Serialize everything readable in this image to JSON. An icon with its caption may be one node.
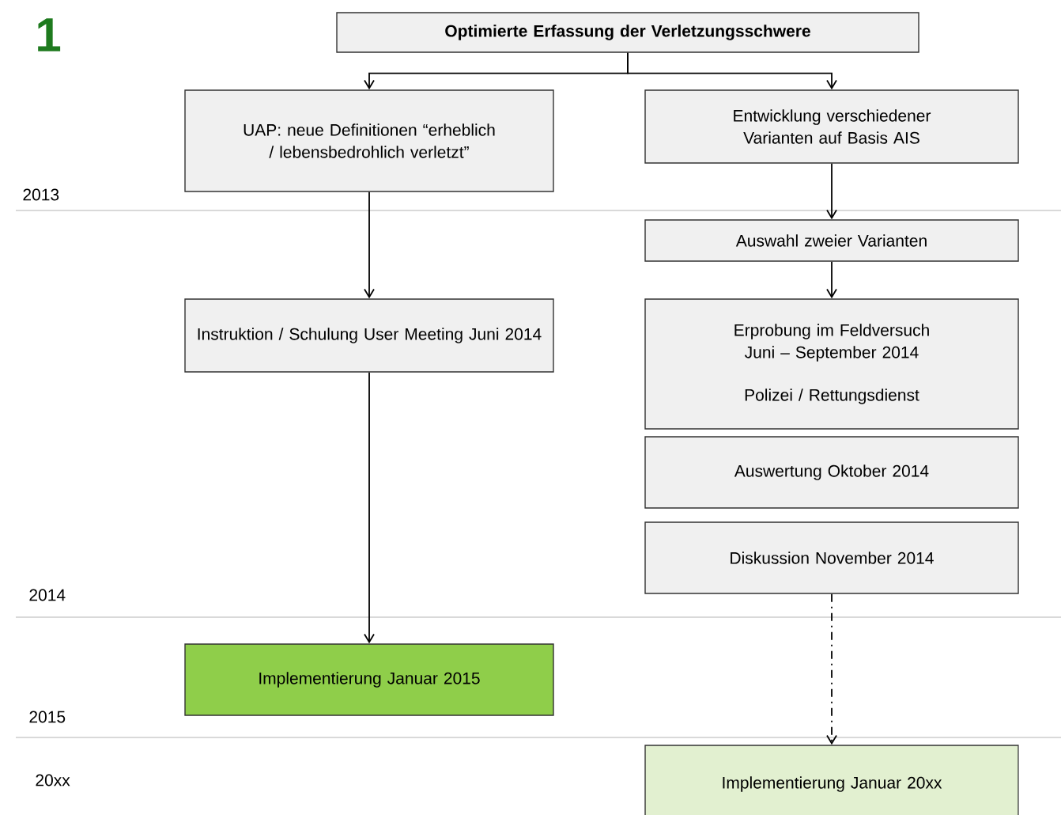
{
  "diagram": {
    "nodes": [
      {
        "text": [
          "Optimierte Erfassung der Verletzungsschwere"
        ]
      },
      {
        "text": [
          "UAP: neue Definitionen “erheblich / lebensbedrohlich verletzt”"
        ]
      },
      {
        "text": [
          "Entwicklung verschiedener Varianten auf Basis AIS"
        ]
      },
      {
        "text": [
          "Auswahl zweier Varianten"
        ]
      },
      {
        "text": [
          "Instruktion / Schulung User Meeting Juni 2014"
        ]
      },
      {
        "text": [
          "Erprobung im Feldversuch Juni – September 2014",
          "Polizei / Rettungsdienst"
        ]
      },
      {
        "text": [
          "Auswertung Oktober 2014"
        ]
      },
      {
        "text": [
          "Diskussion November 2014"
        ]
      },
      {
        "text": [
          "Implementierung Januar 2015"
        ]
      },
      {
        "text": [
          "Implementierung Januar 20xx"
        ]
      }
    ],
    "edges": [
      {
        "from": 0,
        "to": 1,
        "arrow": "to"
      },
      {
        "from": 0,
        "to": 2,
        "arrow": "to"
      },
      {
        "from": 2,
        "to": 3,
        "arrow": "to"
      },
      {
        "from": 1,
        "to": 4,
        "arrow": "to"
      },
      {
        "from": 3,
        "to": 5,
        "arrow": "to"
      },
      {
        "from": 4,
        "to": 8,
        "arrow": "to"
      },
      {
        "from": 7,
        "to": 9,
        "arrow": "to",
        "style": "dashed"
      }
    ],
    "labels": [
      "1",
      "2013",
      "2014",
      "2015",
      "20xx"
    ]
  }
}
